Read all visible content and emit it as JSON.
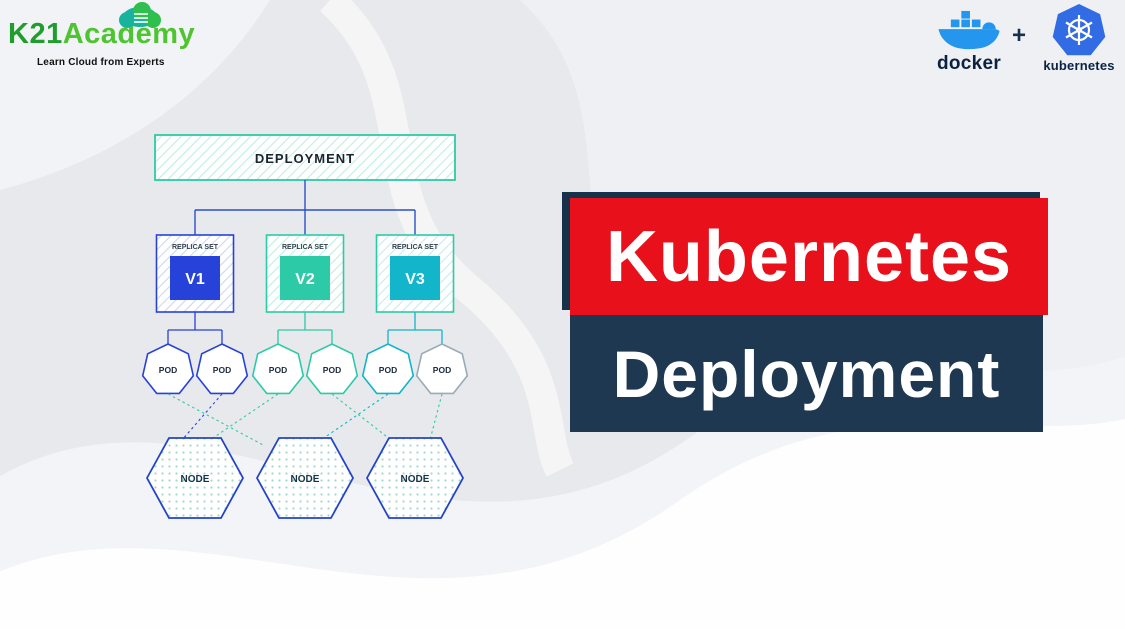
{
  "header": {
    "logo": {
      "part1": "K21",
      "part2": "Academy",
      "tagline": "Learn Cloud from Experts"
    },
    "partners": {
      "docker_label": "docker",
      "plus": "+",
      "kubernetes_label": "kubernetes"
    }
  },
  "banner": {
    "line1": "Kubernetes",
    "line2": "Deployment",
    "line1_bg": "#e8101b",
    "line2_bg": "#1d3850",
    "text_color": "#ffffff"
  },
  "diagram": {
    "deployment": {
      "label": "DEPLOYMENT",
      "border_color": "#2dcaa8"
    },
    "replica_sets": [
      {
        "label": "REPLICA SET",
        "version": "V1",
        "color": "#2742d8",
        "border": "#2742d8"
      },
      {
        "label": "REPLICA SET",
        "version": "V2",
        "color": "#2dcaa8",
        "border": "#2dcaa8"
      },
      {
        "label": "REPLICA SET",
        "version": "V3",
        "color": "#12b5c9",
        "border": "#2dcaa8"
      }
    ],
    "pod_labels": [
      "POD",
      "POD",
      "POD",
      "POD",
      "POD",
      "POD"
    ],
    "node_labels": [
      "NODE",
      "NODE",
      "NODE"
    ]
  },
  "icons": {
    "cloud": "cloud-icon",
    "docker_whale": "docker-whale-icon",
    "kubernetes_helm": "kubernetes-helm-icon"
  },
  "colors": {
    "background": "#e8e9ec",
    "teal": "#2dcaa8",
    "blue": "#2742d8",
    "cyan": "#12b5c9",
    "red_banner": "#e8101b",
    "navy_banner": "#1d3850",
    "docker_blue": "#2496ed",
    "k8s_blue": "#326ce5",
    "logo_green": "#31a824"
  }
}
